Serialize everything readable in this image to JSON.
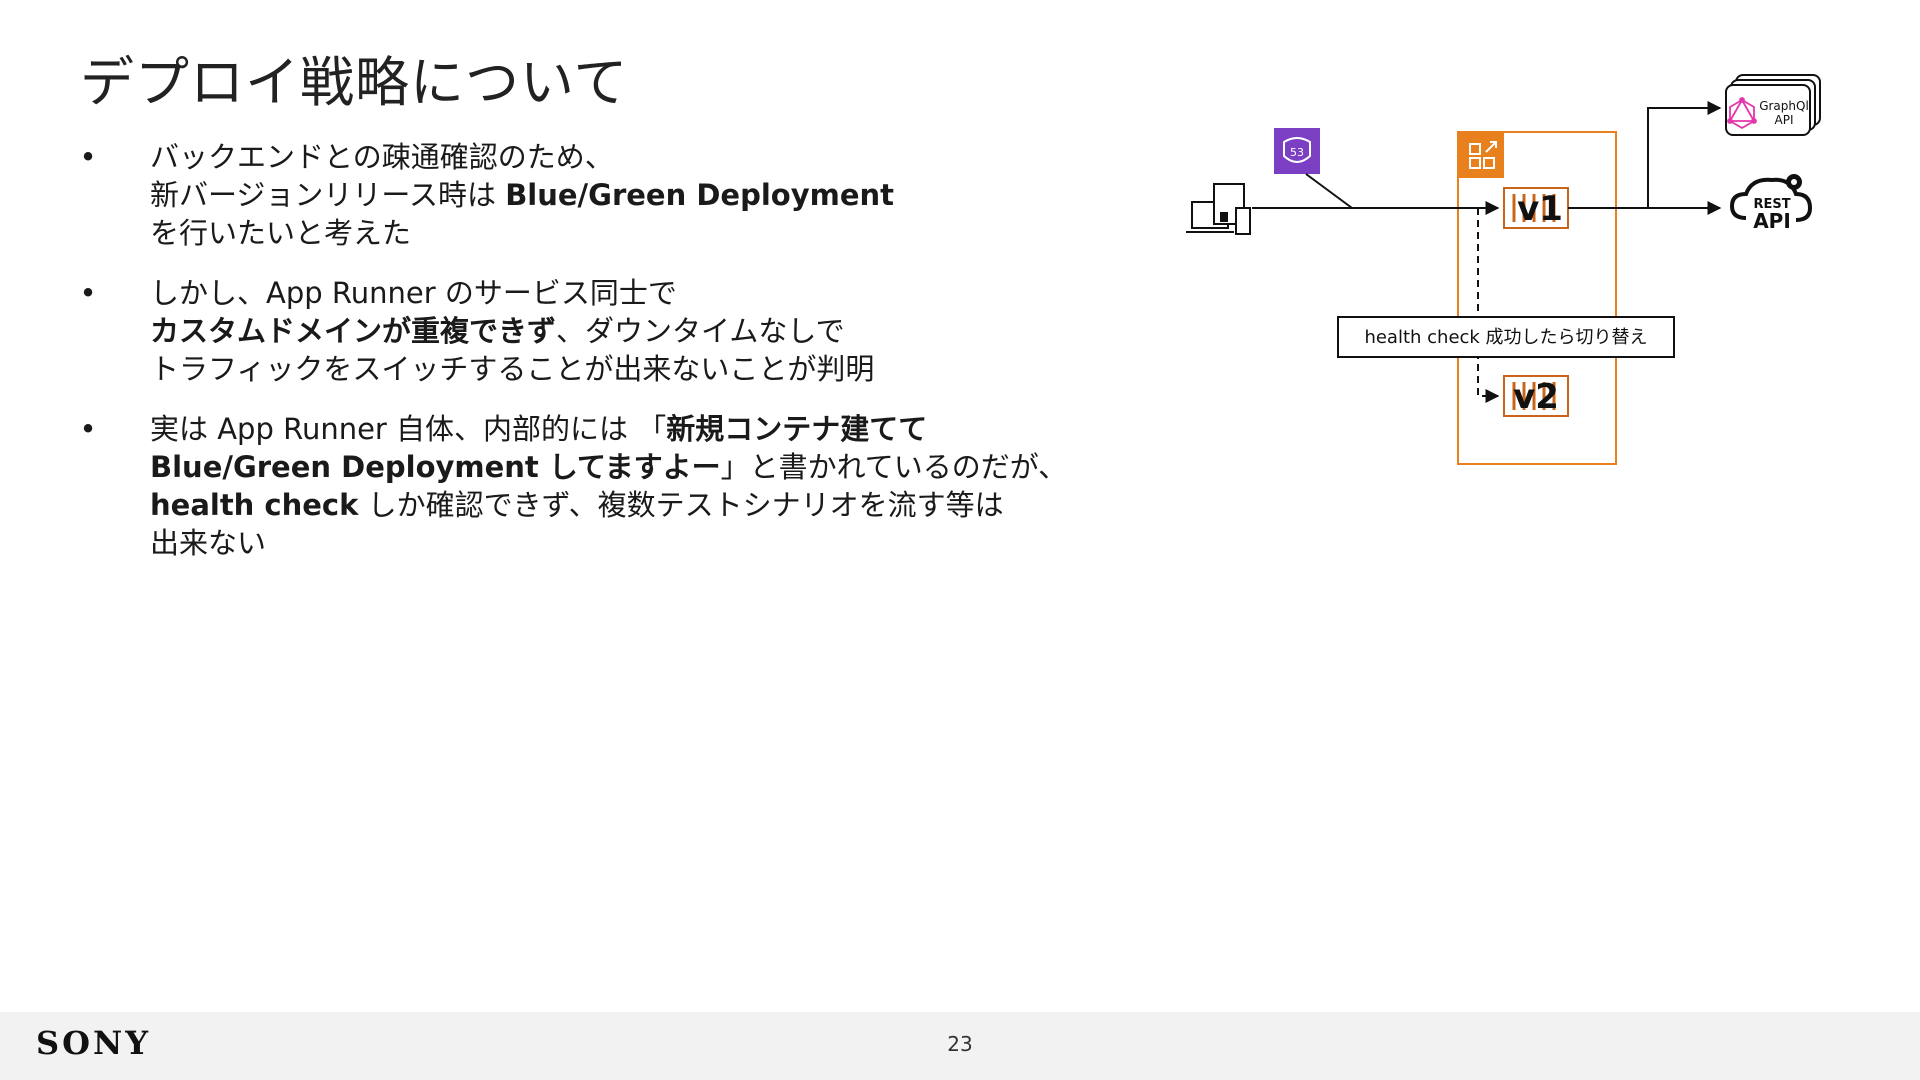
{
  "slide": {
    "title": "デプロイ戦略について"
  },
  "bullets": [
    {
      "marker": "•",
      "lines": [
        [
          {
            "text": "バックエンドとの疎通確認のため、",
            "bold": false
          }
        ],
        [
          {
            "text": "新バージョンリリース時は ",
            "bold": false
          },
          {
            "text": "Blue/Green Deployment",
            "bold": true
          }
        ],
        [
          {
            "text": "を行いたいと考えた",
            "bold": false
          }
        ]
      ]
    },
    {
      "marker": "•",
      "lines": [
        [
          {
            "text": "しかし、App Runner のサービス同士で",
            "bold": false
          }
        ],
        [
          {
            "text": "カスタムドメインが重複できず",
            "bold": true
          },
          {
            "text": "、ダウンタイムなしで",
            "bold": false
          }
        ],
        [
          {
            "text": "トラフィックをスイッチすることが出来ないことが判明",
            "bold": false
          }
        ]
      ]
    },
    {
      "marker": "•",
      "lines": [
        [
          {
            "text": "実は App Runner 自体、内部的には 「",
            "bold": false
          },
          {
            "text": "新規コンテナ建てて",
            "bold": true
          }
        ],
        [
          {
            "text": "Blue/Green Deployment してますよー",
            "bold": true
          },
          {
            "text": "」と書かれているのだが、",
            "bold": false
          }
        ],
        [
          {
            "text": "health check",
            "bold": true
          },
          {
            "text": " しか確認できず、複数テストシナリオを流す等は",
            "bold": false
          }
        ],
        [
          {
            "text": "出来ない",
            "bold": false
          }
        ]
      ]
    }
  ],
  "diagram": {
    "route53_label": "53",
    "v1_label": "v1",
    "v2_label": "v2",
    "health_check_label": "health check 成功したら切り替え",
    "graphql_label_1": "GraphQl",
    "graphql_label_2": "API",
    "rest_label_1": "REST",
    "rest_label_2": "API",
    "colors": {
      "route53": "#7b3fc4",
      "apprunner": "#e8801e",
      "container": "#c8651b",
      "graphql": "#e535ab",
      "line": "#111111"
    },
    "icons": [
      "devices-icon",
      "route53-icon",
      "app-runner-icon",
      "container-icon",
      "graphql-icon",
      "rest-api-icon"
    ]
  },
  "footer": {
    "logo": "SONY",
    "page_number": "23"
  }
}
